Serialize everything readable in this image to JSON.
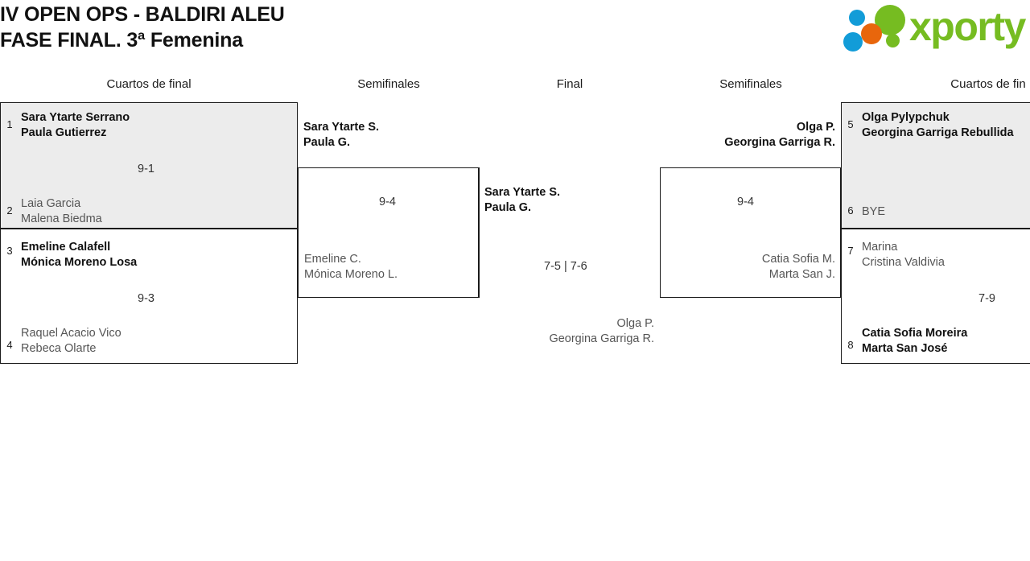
{
  "header": {
    "title_line_1": "IV OPEN OPS - BALDIRI ALEU",
    "title_line_2": "FASE FINAL. 3ª Femenina",
    "logo_text": "xporty"
  },
  "colors": {
    "brand_green": "#76bc21",
    "brand_blue": "#129cd8",
    "brand_orange": "#e8660c",
    "shaded_row": "#ececec",
    "line": "#1a1a1a"
  },
  "round_headers": [
    {
      "label": "Cuartos de final"
    },
    {
      "label": "Semifinales"
    },
    {
      "label": "Final"
    },
    {
      "label": "Semifinales"
    },
    {
      "label": "Cuartos de fin"
    }
  ],
  "bracket": {
    "left_quarterfinals": [
      {
        "score": "9-1",
        "top": {
          "seed": "1",
          "line1": "Sara Ytarte Serrano",
          "line2": "Paula Gutierrez",
          "winner": true
        },
        "bottom": {
          "seed": "2",
          "line1": "Laia Garcia",
          "line2": "Malena Biedma",
          "winner": false
        }
      },
      {
        "score": "9-3",
        "top": {
          "seed": "3",
          "line1": "Emeline Calafell",
          "line2": "Mónica Moreno Losa",
          "winner": true
        },
        "bottom": {
          "seed": "4",
          "line1": "Raquel Acacio Vico",
          "line2": "Rebeca Olarte",
          "winner": false
        }
      }
    ],
    "left_semifinal": {
      "score": "9-4",
      "top": {
        "line1": "Sara Ytarte S.",
        "line2": "Paula G.",
        "winner": true
      },
      "bottom": {
        "line1": "Emeline C.",
        "line2": "Mónica Moreno L.",
        "winner": false
      }
    },
    "final": {
      "score": "7-5 | 7-6",
      "top": {
        "line1": "Sara Ytarte S.",
        "line2": "Paula G.",
        "winner": true
      },
      "bottom": {
        "line1": "Olga P.",
        "line2": "Georgina Garriga R.",
        "winner": false
      }
    },
    "right_semifinal": {
      "score": "9-4",
      "top": {
        "line1": "Olga P.",
        "line2": "Georgina Garriga R.",
        "winner": true
      },
      "bottom": {
        "line1": "Catia Sofia M.",
        "line2": "Marta San J.",
        "winner": false
      }
    },
    "right_quarterfinals": [
      {
        "score": "",
        "top": {
          "seed": "5",
          "line1": "Olga Pylypchuk",
          "line2": "Georgina Garriga Rebullida",
          "winner": true
        },
        "bottom": {
          "seed": "6",
          "line1": "BYE",
          "line2": "",
          "winner": false
        }
      },
      {
        "score": "7-9",
        "top": {
          "seed": "7",
          "line1": "Marina",
          "line2": "Cristina Valdivia",
          "winner": false
        },
        "bottom": {
          "seed": "8",
          "line1": "Catia Sofia Moreira",
          "line2": "Marta San José",
          "winner": true
        }
      }
    ]
  }
}
